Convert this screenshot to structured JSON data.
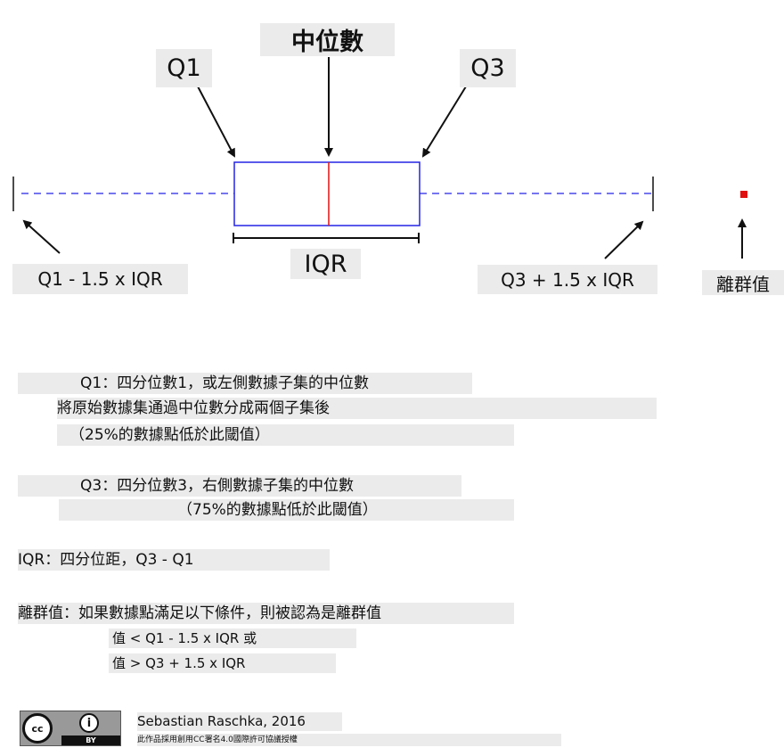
{
  "labels": {
    "median": "中位數",
    "q1": "Q1",
    "q3": "Q3",
    "iqr": "IQR",
    "lower_whisker": "Q1 - 1.5 x IQR",
    "upper_whisker": "Q3 + 1.5 x IQR",
    "outlier": "離群值"
  },
  "notes": {
    "q1_line1": "Q1：四分位數1，或左側數據子集的中位數",
    "q1_line2": "將原始數據集通過中位數分成兩個子集後",
    "q1_line3": "（25%的數據點低於此閾值）",
    "q3_line1": "Q3：四分位數3，右側數據子集的中位數",
    "q3_line2": "（75%的數據點低於此閾值）",
    "iqr_line": "IQR：四分位距，Q3 - Q1",
    "outlier_line1": "離群值：如果數據點滿足以下條件，則被認為是離群值",
    "outlier_line2": "值 < Q1 - 1.5 x IQR 或",
    "outlier_line3": "值 > Q3 + 1.5 x IQR"
  },
  "credits": {
    "author": "Sebastian Raschka, 2016",
    "license": "此作品採用創用CC署名4.0國際許可協議授權",
    "cc_mark": "cc",
    "by_mark": "BY"
  },
  "colors": {
    "box": "#2323e6",
    "median_line": "#e02020",
    "whisker": "#2323e6",
    "outlier": "#e01010",
    "label_bg": "#ebebeb"
  },
  "icons": [
    "arrow-icon",
    "cc-icon",
    "by-person-icon"
  ]
}
